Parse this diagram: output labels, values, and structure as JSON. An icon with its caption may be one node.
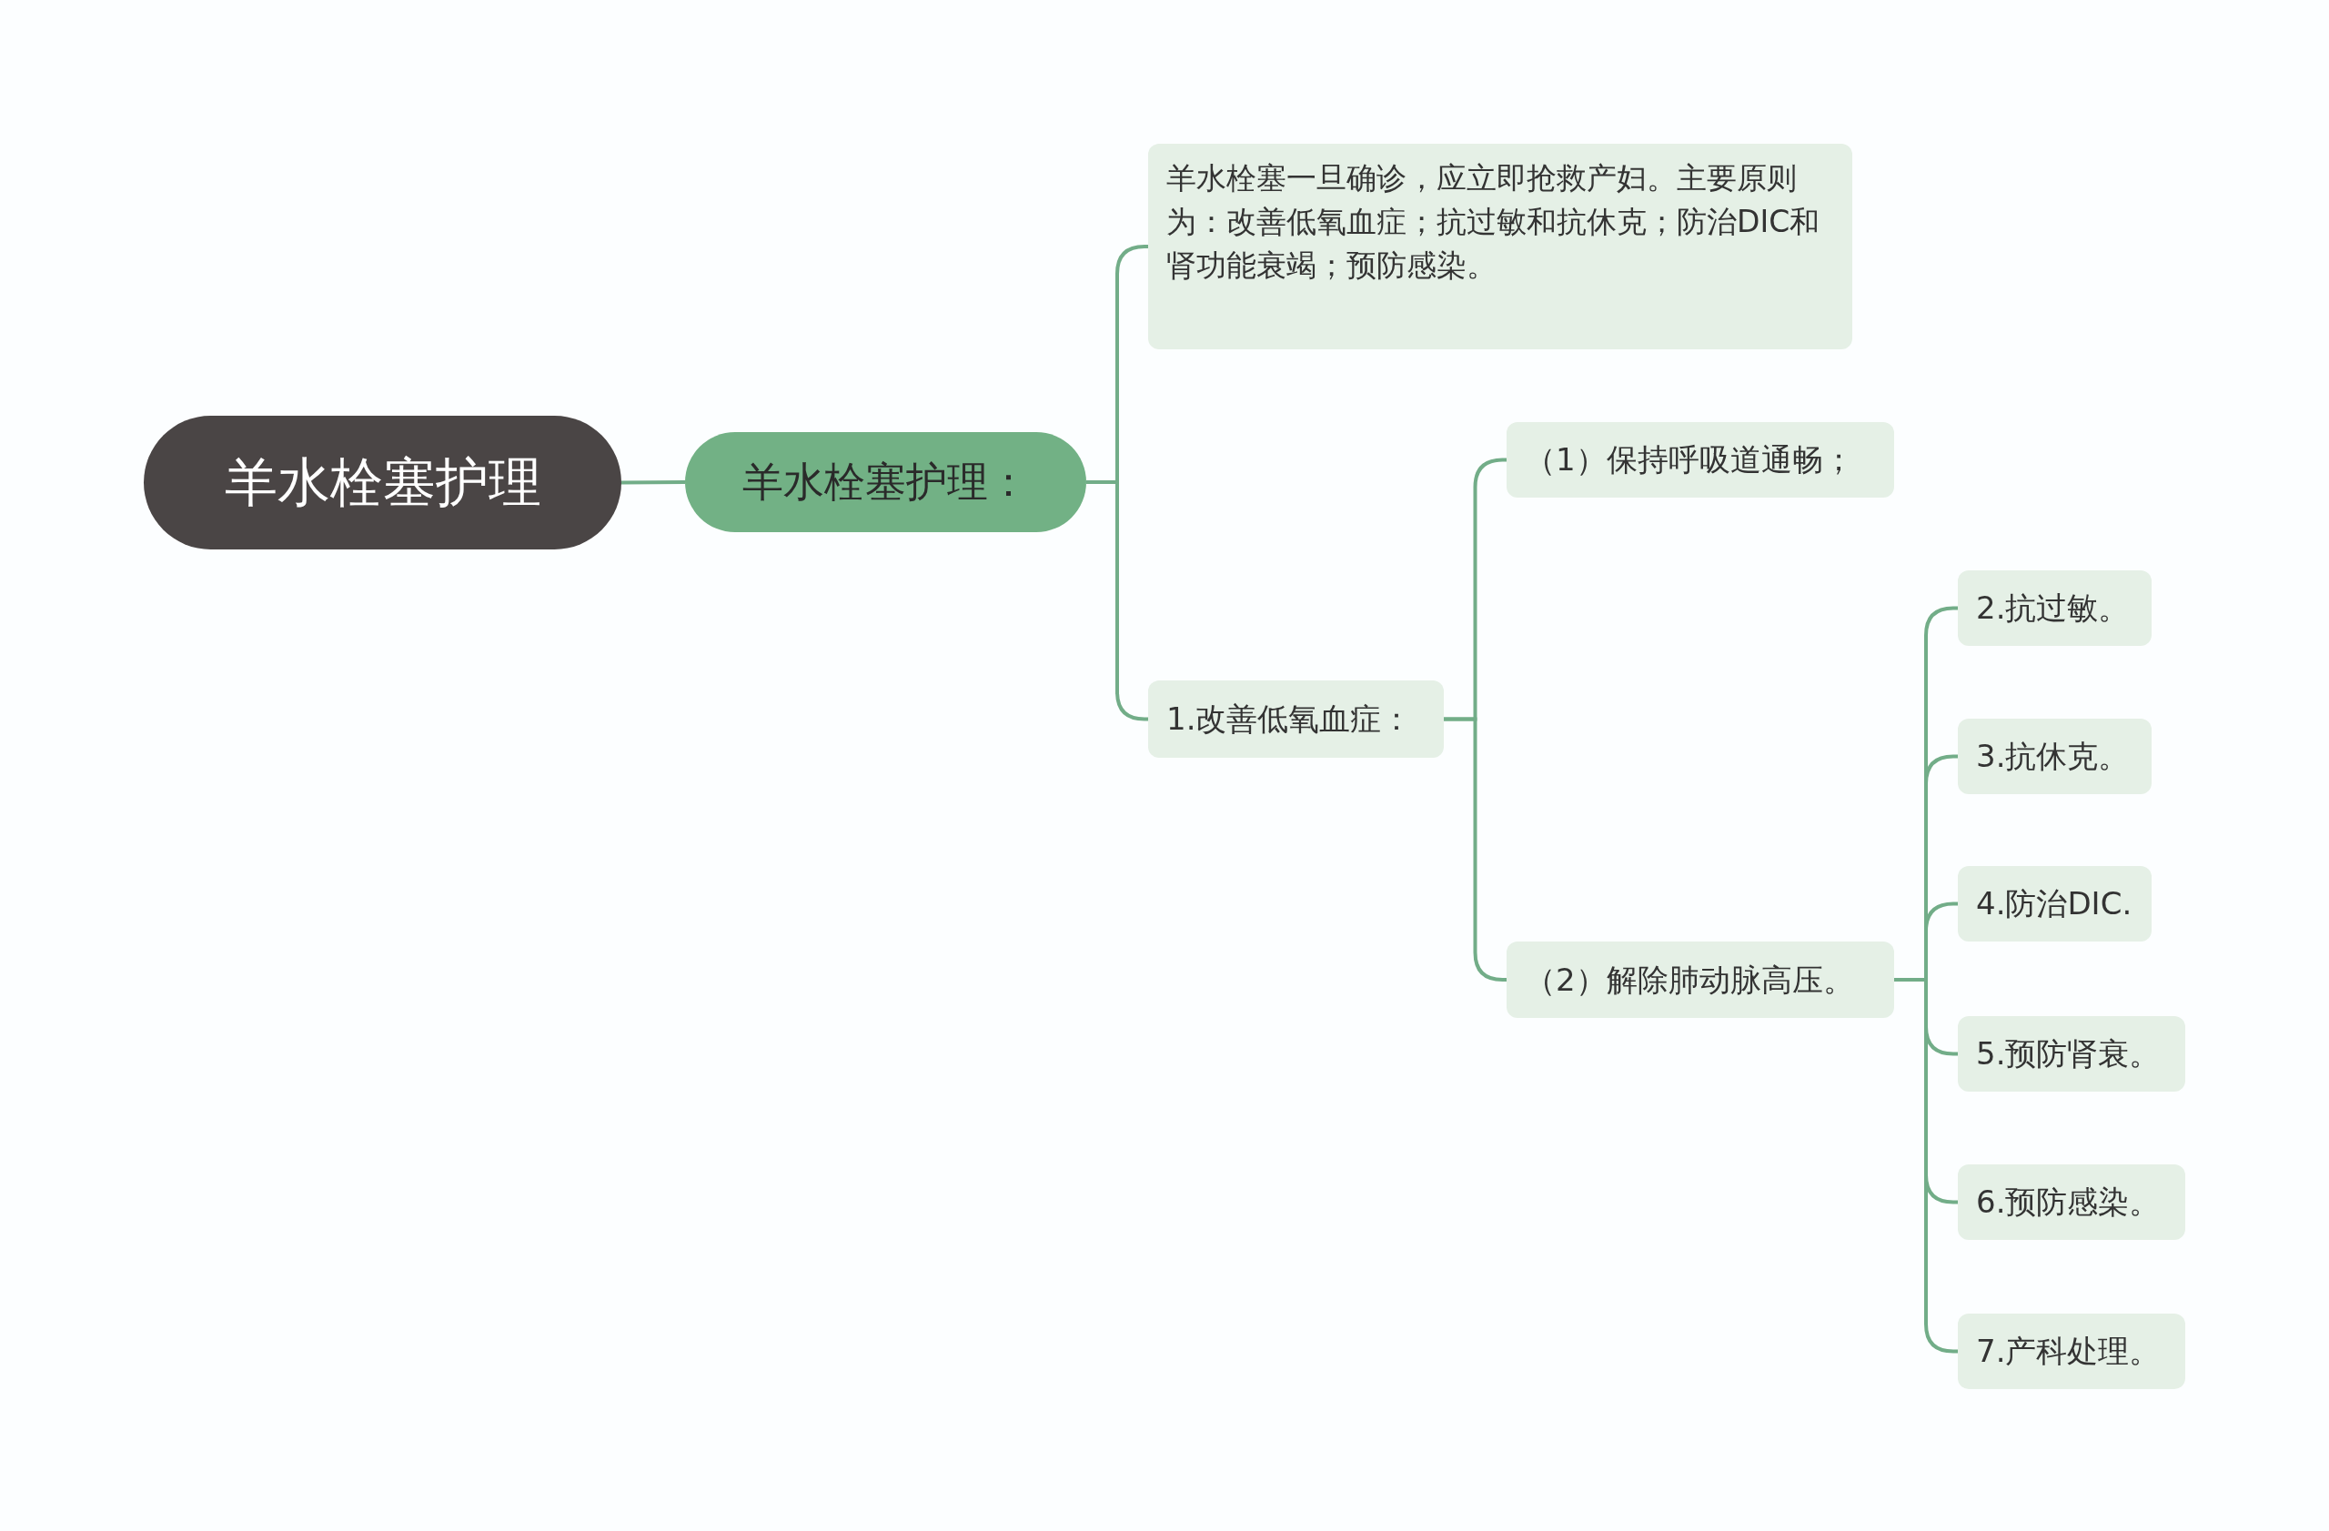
{
  "diagram": {
    "nodes": [
      {
        "text": [
          "羊水栓塞护理"
        ]
      },
      {
        "text": [
          "羊水栓塞护理："
        ]
      },
      {
        "text": [
          "羊水栓塞一旦确诊，应立即抢救产妇。主要原则为：改善低氧血症；抗过敏和抗休克；防治DIC和肾功能衰竭；预防感染。"
        ]
      },
      {
        "text": [
          "1.改善低氧血症："
        ]
      },
      {
        "text": [
          "（1）保持呼吸道通畅；"
        ]
      },
      {
        "text": [
          "（2）解除肺动脉高压。"
        ]
      },
      {
        "text": [
          "2.抗过敏。"
        ]
      },
      {
        "text": [
          "3.抗休克。"
        ]
      },
      {
        "text": [
          "4.防治DIC."
        ]
      },
      {
        "text": [
          "5.预防肾衰。"
        ]
      },
      {
        "text": [
          "6.预防感染。"
        ]
      },
      {
        "text": [
          "7.产科处理。"
        ]
      }
    ],
    "edges": [
      {
        "from": 0,
        "to": 1,
        "arrow": "none"
      },
      {
        "from": 1,
        "to": 2,
        "arrow": "none"
      },
      {
        "from": 1,
        "to": 3,
        "arrow": "none"
      },
      {
        "from": 3,
        "to": 4,
        "arrow": "none"
      },
      {
        "from": 3,
        "to": 5,
        "arrow": "none"
      },
      {
        "from": 5,
        "to": 6,
        "arrow": "none"
      },
      {
        "from": 5,
        "to": 7,
        "arrow": "none"
      },
      {
        "from": 5,
        "to": 8,
        "arrow": "none"
      },
      {
        "from": 5,
        "to": 9,
        "arrow": "none"
      },
      {
        "from": 5,
        "to": 10,
        "arrow": "none"
      },
      {
        "from": 5,
        "to": 11,
        "arrow": "none"
      }
    ]
  }
}
